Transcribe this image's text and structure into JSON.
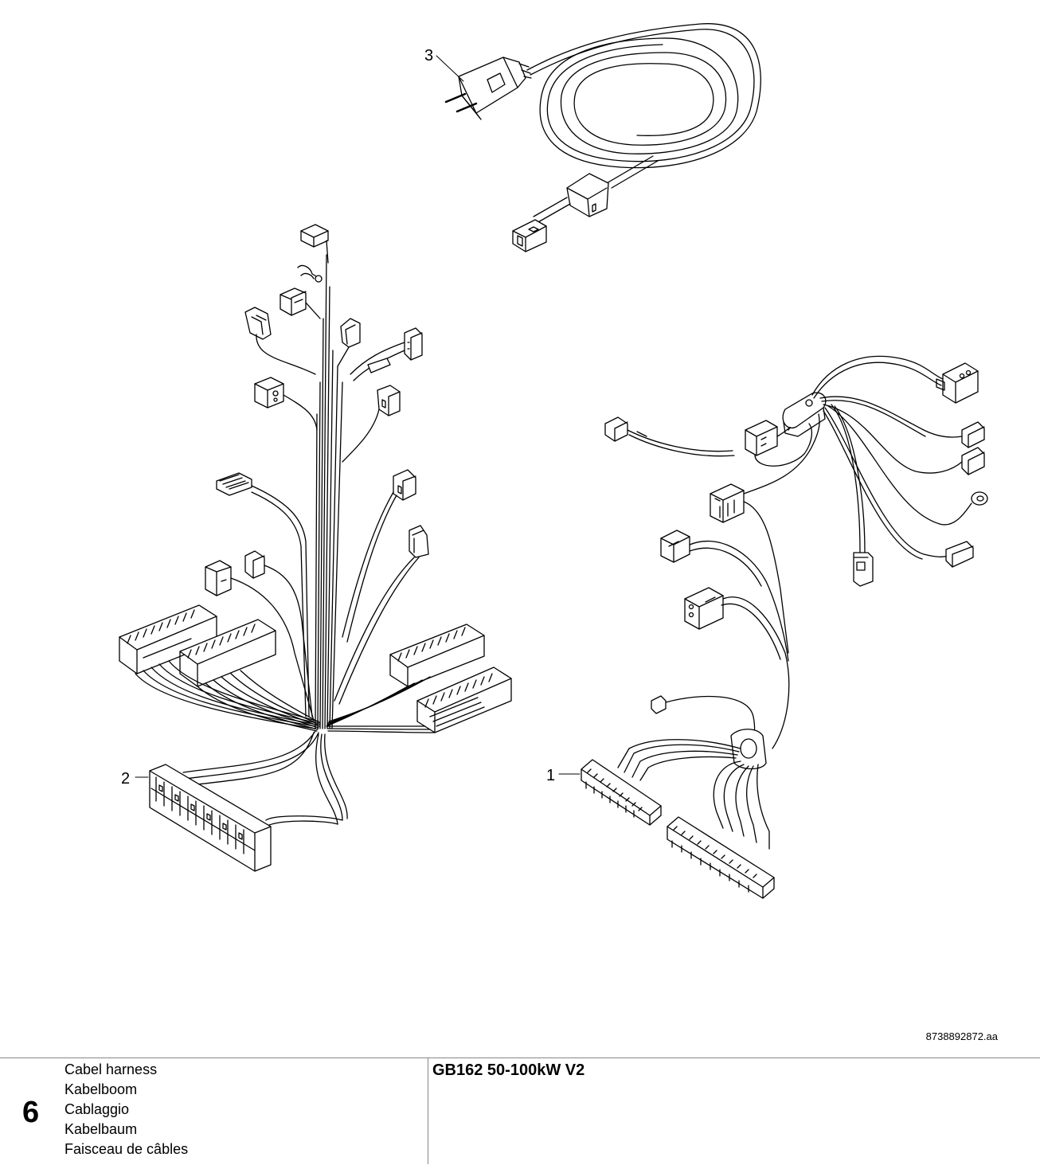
{
  "callouts": {
    "one": "1",
    "two": "2",
    "three": "3"
  },
  "drawing_ref": "8738892872.aa",
  "section": {
    "number": "6",
    "names": [
      "Cabel harness",
      "Kabelboom",
      "Cablaggio",
      "Kabelbaum",
      "Faisceau de câbles"
    ]
  },
  "model": "GB162 50-100kW V2"
}
